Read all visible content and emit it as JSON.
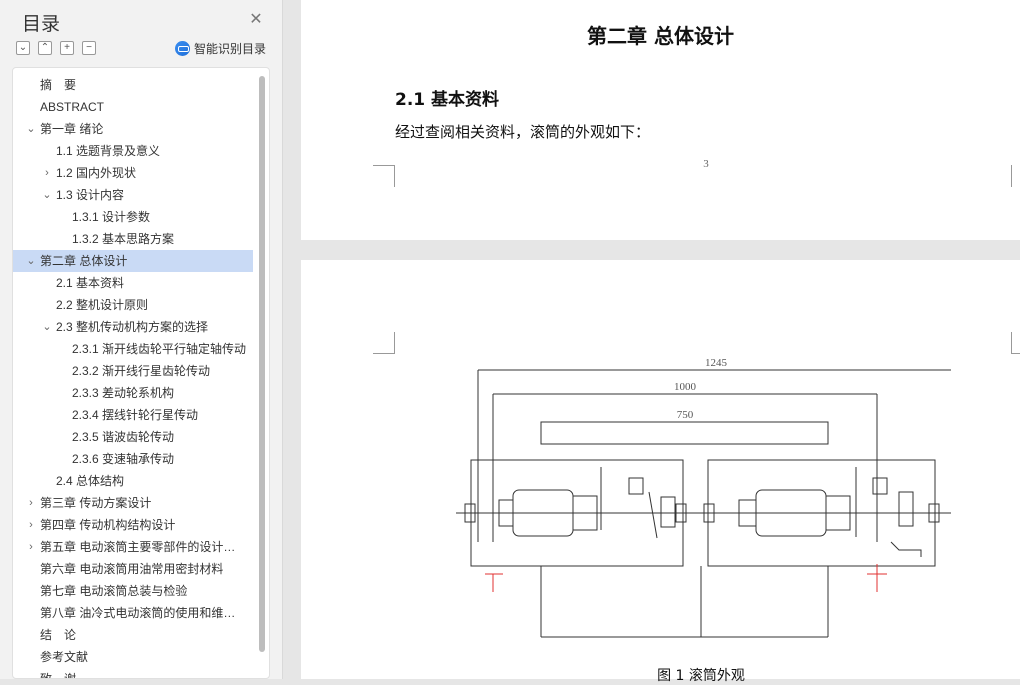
{
  "sidebar": {
    "title": "目录",
    "close_icon": "close-icon",
    "smart_label": "智能识别目录",
    "tools": [
      "collapse-all-icon",
      "expand-all-icon",
      "add-heading-icon",
      "remove-heading-icon"
    ],
    "items": [
      {
        "label": "摘　要",
        "level": 1,
        "chevron": ""
      },
      {
        "label": "ABSTRACT",
        "level": 1,
        "chevron": ""
      },
      {
        "label": "第一章  绪论",
        "level": 1,
        "chevron": "down"
      },
      {
        "label": "1.1  选题背景及意义",
        "level": 2,
        "chevron": ""
      },
      {
        "label": "1.2  国内外现状",
        "level": 2,
        "chevron": "right"
      },
      {
        "label": "1.3 设计内容",
        "level": 2,
        "chevron": "down"
      },
      {
        "label": "1.3.1 设计参数",
        "level": 3,
        "chevron": ""
      },
      {
        "label": "1.3.2 基本思路方案",
        "level": 3,
        "chevron": ""
      },
      {
        "label": "第二章  总体设计",
        "level": 1,
        "chevron": "down",
        "active": true
      },
      {
        "label": "2.1  基本资料",
        "level": 2,
        "chevron": ""
      },
      {
        "label": "2.2  整机设计原则",
        "level": 2,
        "chevron": ""
      },
      {
        "label": "2.3  整机传动机构方案的选择",
        "level": 2,
        "chevron": "down"
      },
      {
        "label": "2.3.1 渐开线齿轮平行轴定轴传动",
        "level": 3,
        "chevron": ""
      },
      {
        "label": "2.3.2 渐开线行星齿轮传动",
        "level": 3,
        "chevron": ""
      },
      {
        "label": "2.3.3  差动轮系机构",
        "level": 3,
        "chevron": ""
      },
      {
        "label": "2.3.4 摆线针轮行星传动",
        "level": 3,
        "chevron": ""
      },
      {
        "label": "2.3.5  谐波齿轮传动",
        "level": 3,
        "chevron": ""
      },
      {
        "label": "2.3.6  变速轴承传动",
        "level": 3,
        "chevron": ""
      },
      {
        "label": "2.4 总体结构",
        "level": 2,
        "chevron": ""
      },
      {
        "label": "第三章  传动方案设计",
        "level": 1,
        "chevron": "right"
      },
      {
        "label": "第四章  传动机构结构设计",
        "level": 1,
        "chevron": "right"
      },
      {
        "label": "第五章  电动滚筒主要零部件的设计计算",
        "level": 1,
        "chevron": "right"
      },
      {
        "label": "第六章  电动滚筒用油常用密封材料",
        "level": 1,
        "chevron": ""
      },
      {
        "label": "第七章  电动滚筒总装与检验",
        "level": 1,
        "chevron": ""
      },
      {
        "label": "第八章  油冷式电动滚筒的使用和维护保养",
        "level": 1,
        "chevron": ""
      },
      {
        "label": "结　论",
        "level": 1,
        "chevron": ""
      },
      {
        "label": "参考文献",
        "level": 1,
        "chevron": ""
      },
      {
        "label": "致　谢",
        "level": 1,
        "chevron": ""
      }
    ]
  },
  "document": {
    "chapter_title": "第二章  总体设计",
    "section_title": "2.1  基本资料",
    "body_text": "经过查阅相关资料，滚筒的外观如下：",
    "page_number": "3",
    "figure": {
      "dim_total": "1245",
      "dim_mid": "1000",
      "dim_inner": "750",
      "caption": "图 1  滚筒外观"
    }
  },
  "colors": {
    "active_bg": "#c9daf5",
    "accent": "#1e6fd9",
    "dim_red": "#e03030"
  }
}
